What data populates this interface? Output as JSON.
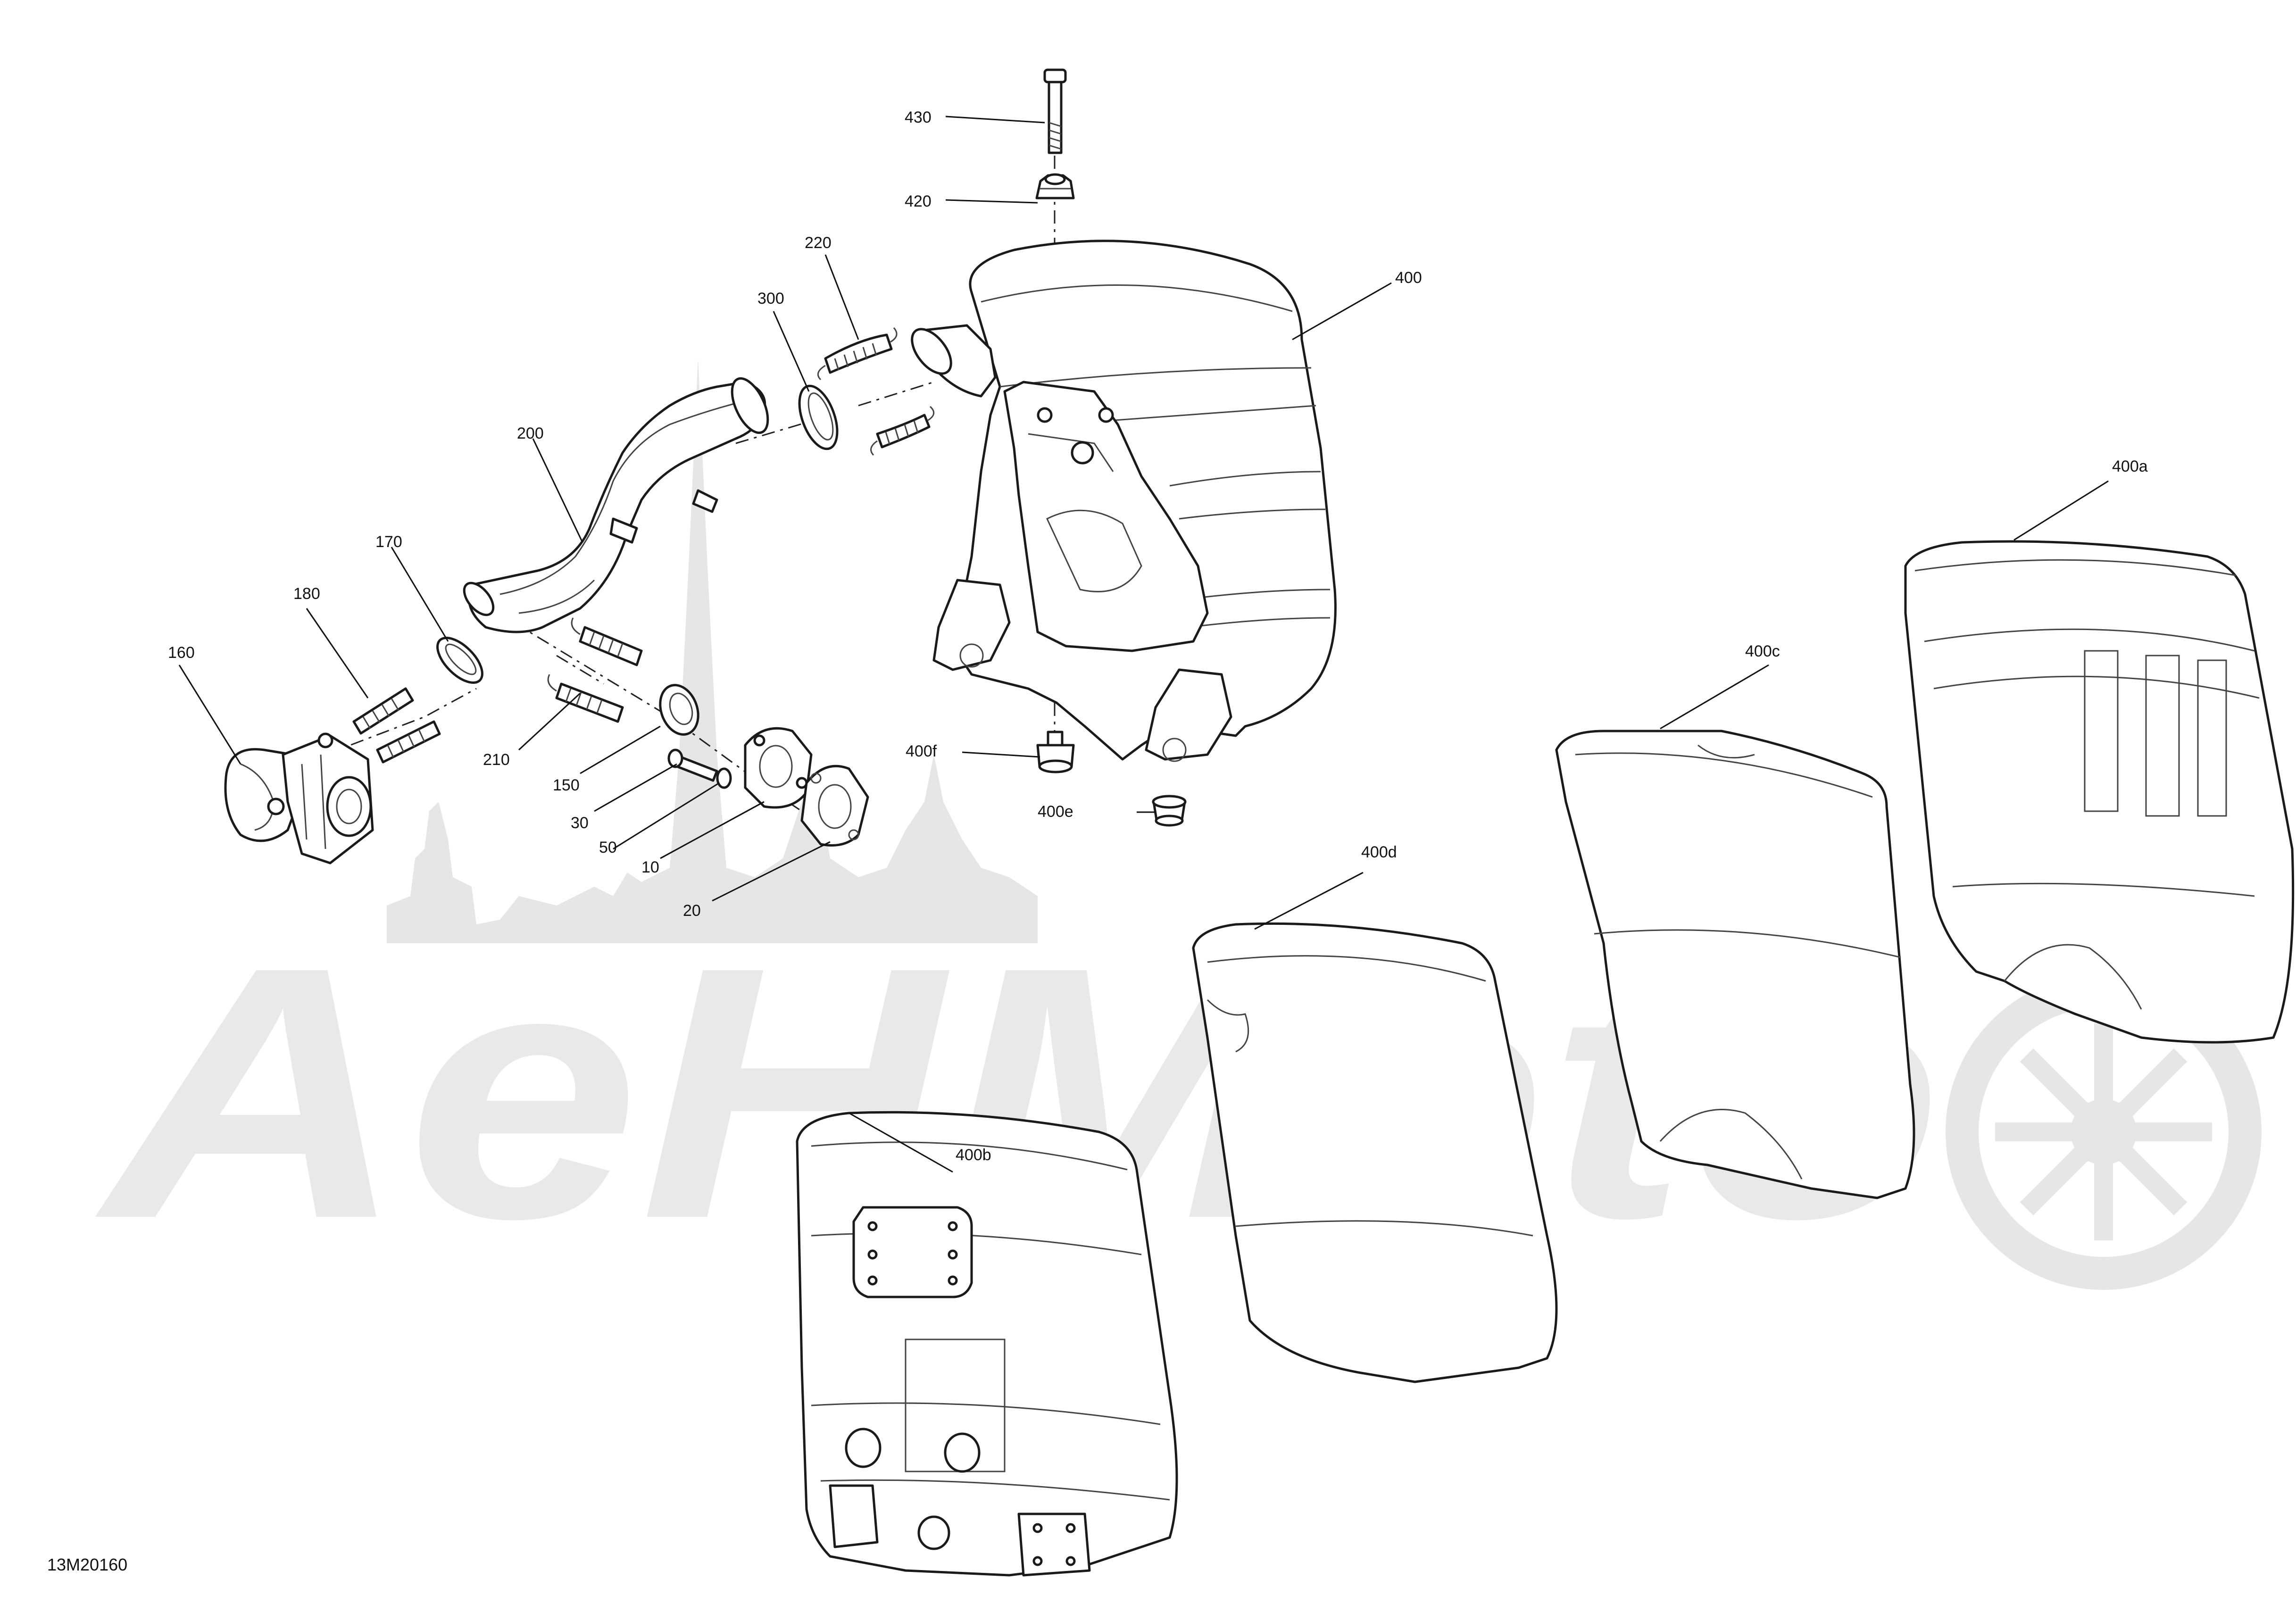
{
  "figure_id": "13M20160",
  "watermark_text": "AeHMoto",
  "callouts": {
    "c430": "430",
    "c420": "420",
    "c400": "400",
    "c220": "220",
    "c300": "300",
    "c200": "200",
    "c170": "170",
    "c180": "180",
    "c160": "160",
    "c210": "210",
    "c150": "150",
    "c30": "30",
    "c50": "50",
    "c10": "10",
    "c20": "20",
    "c400f": "400f",
    "c400e": "400e",
    "c400d": "400d",
    "c400c": "400c",
    "c400a": "400a",
    "c400b": "400b"
  },
  "colors": {
    "line": "#1a1a1a",
    "watermark": "#e6e6e6",
    "background": "#ffffff"
  }
}
